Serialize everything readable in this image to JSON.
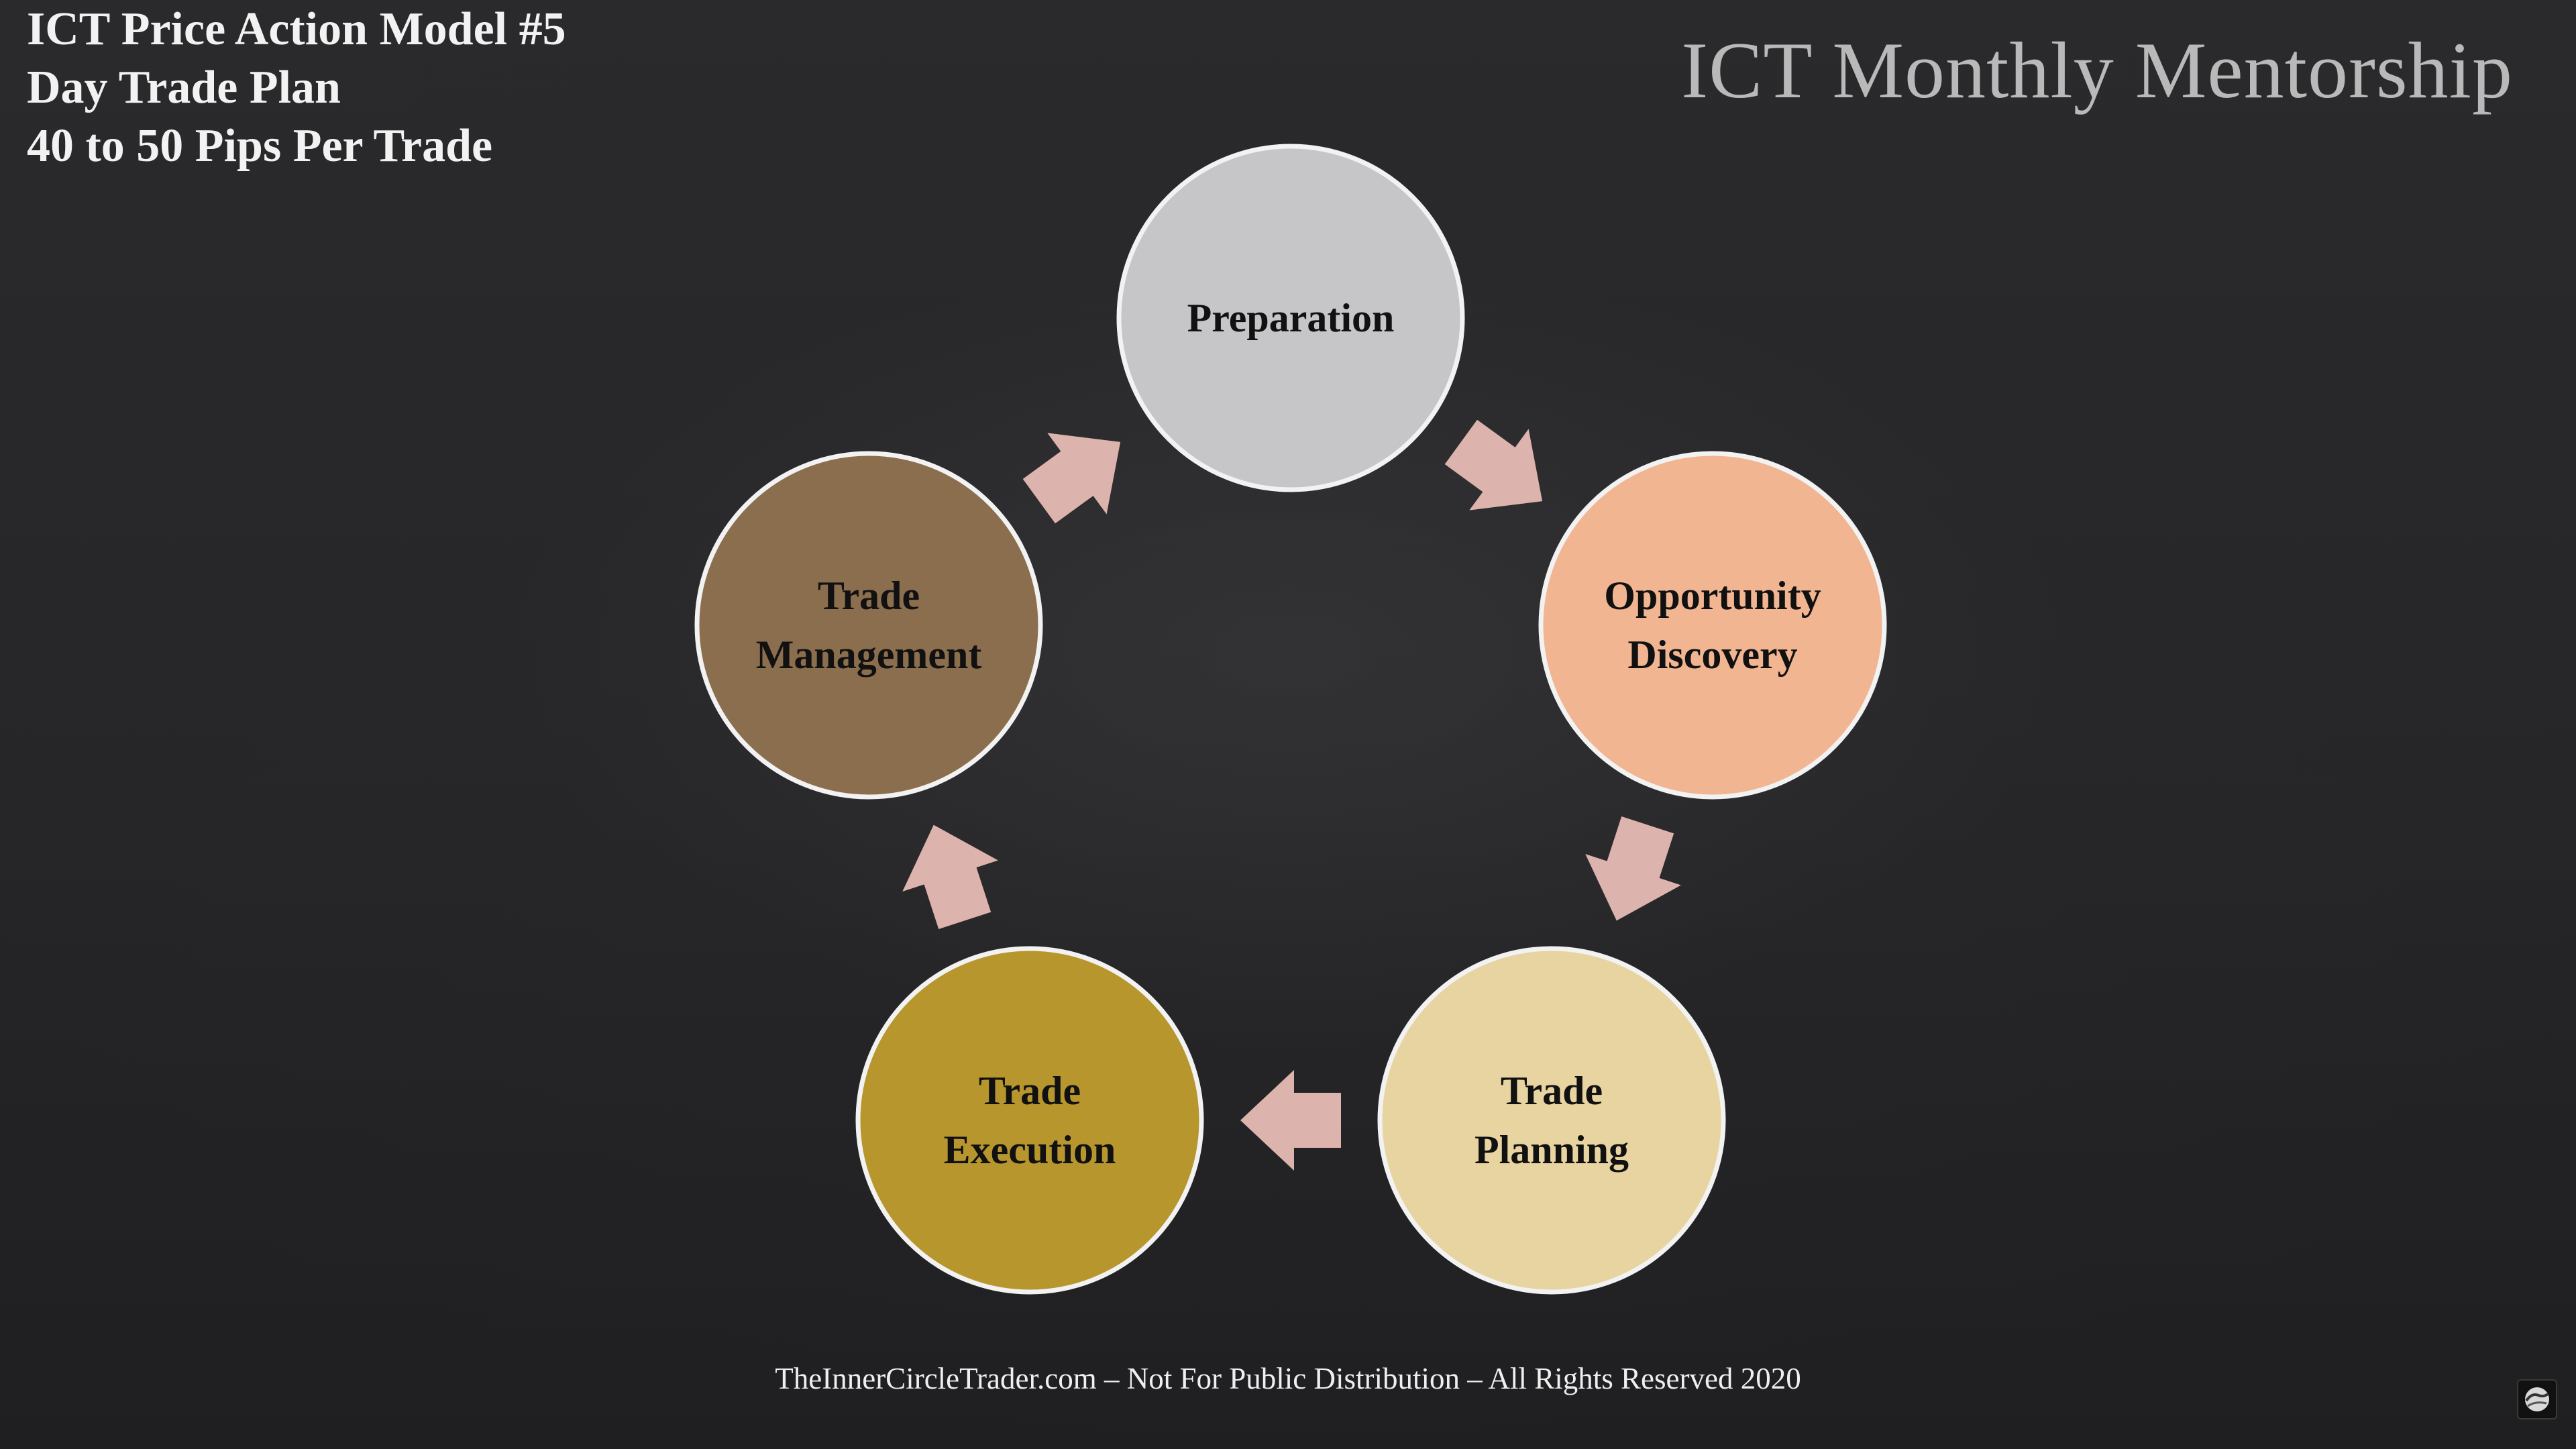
{
  "header": {
    "lines": [
      "ICT Price Action Model #5",
      "Day Trade Plan",
      "40 to 50 Pips Per Trade"
    ],
    "brand": "ICT Monthly Mentorship"
  },
  "cycle": {
    "nodes": [
      {
        "id": "preparation",
        "lines": [
          "Preparation"
        ],
        "color": "#c6c6c9"
      },
      {
        "id": "opportunity-discovery",
        "lines": [
          "Opportunity",
          "Discovery"
        ],
        "color": "#f2b592"
      },
      {
        "id": "trade-planning",
        "lines": [
          "Trade",
          "Planning"
        ],
        "color": "#e8d4a0"
      },
      {
        "id": "trade-execution",
        "lines": [
          "Trade",
          "Execution"
        ],
        "color": "#b7962e"
      },
      {
        "id": "trade-management",
        "lines": [
          "Trade",
          "Management"
        ],
        "color": "#8b6e4e"
      }
    ],
    "arrow_color": "#ddb3ad",
    "ring_color": "#f2f2f2"
  },
  "footer": {
    "text": "TheInnerCircleTrader.com – Not For Public Distribution – All Rights Reserved 2020"
  },
  "corner": {
    "icon": "globe-logo-icon"
  }
}
